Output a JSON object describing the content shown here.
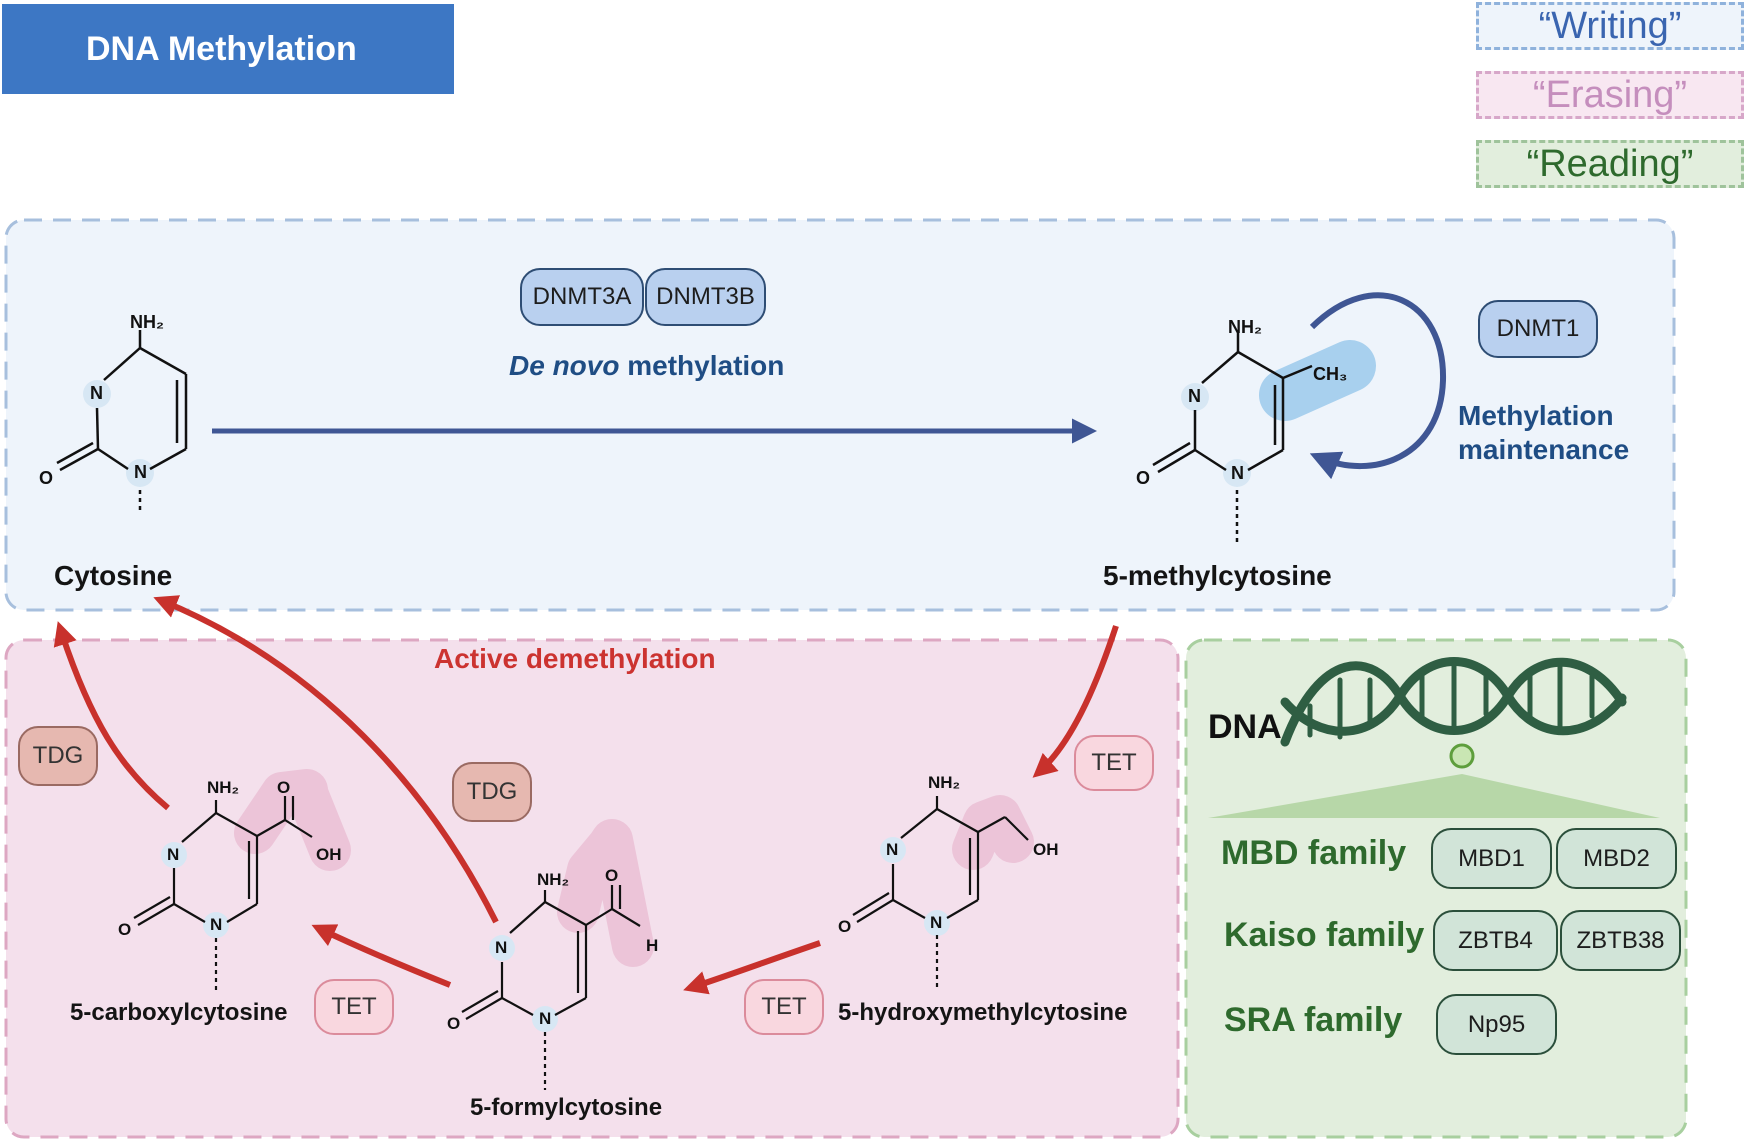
{
  "title": "DNA Methylation",
  "legend": {
    "writing": "“Writing”",
    "erasing": "“Erasing”",
    "reading": "“Reading”"
  },
  "writing_panel": {
    "enzymes_de_novo": [
      "DNMT3A",
      "DNMT3B"
    ],
    "de_novo_italic": "De novo",
    "de_novo_rest": "methylation",
    "maintenance_enzyme": "DNMT1",
    "maintenance_line1": "Methylation",
    "maintenance_line2": "maintenance",
    "cytosine": "Cytosine",
    "methylcytosine": "5-methylcytosine"
  },
  "erasing_panel": {
    "title": "Active demethylation",
    "tet": "TET",
    "tdg": "TDG",
    "hydroxymethylcytosine": "5-hydroxymethylcytosine",
    "formylcytosine": "5-formylcytosine",
    "carboxylcytosine": "5-carboxylcytosine"
  },
  "reading_panel": {
    "dna_label": "DNA",
    "families": [
      {
        "name": "MBD family",
        "proteins": [
          "MBD1",
          "MBD2"
        ]
      },
      {
        "name": "Kaiso family",
        "proteins": [
          "ZBTB4",
          "ZBTB38"
        ]
      },
      {
        "name": "SRA family",
        "proteins": [
          "Np95"
        ]
      }
    ]
  },
  "atoms": {
    "N": "N",
    "O": "O",
    "H": "H",
    "OH": "OH",
    "NH2": "NH₂",
    "CH3": "CH₃"
  },
  "colors": {
    "title_bg": "#3d77c4",
    "writing_bg": "#eef4fb",
    "erasing_bg": "#f4e0ec",
    "reading_bg": "#e2eedd",
    "arrow_blue": "#3f5694",
    "arrow_red": "#c8312c",
    "dna_green": "#2f5e43"
  }
}
